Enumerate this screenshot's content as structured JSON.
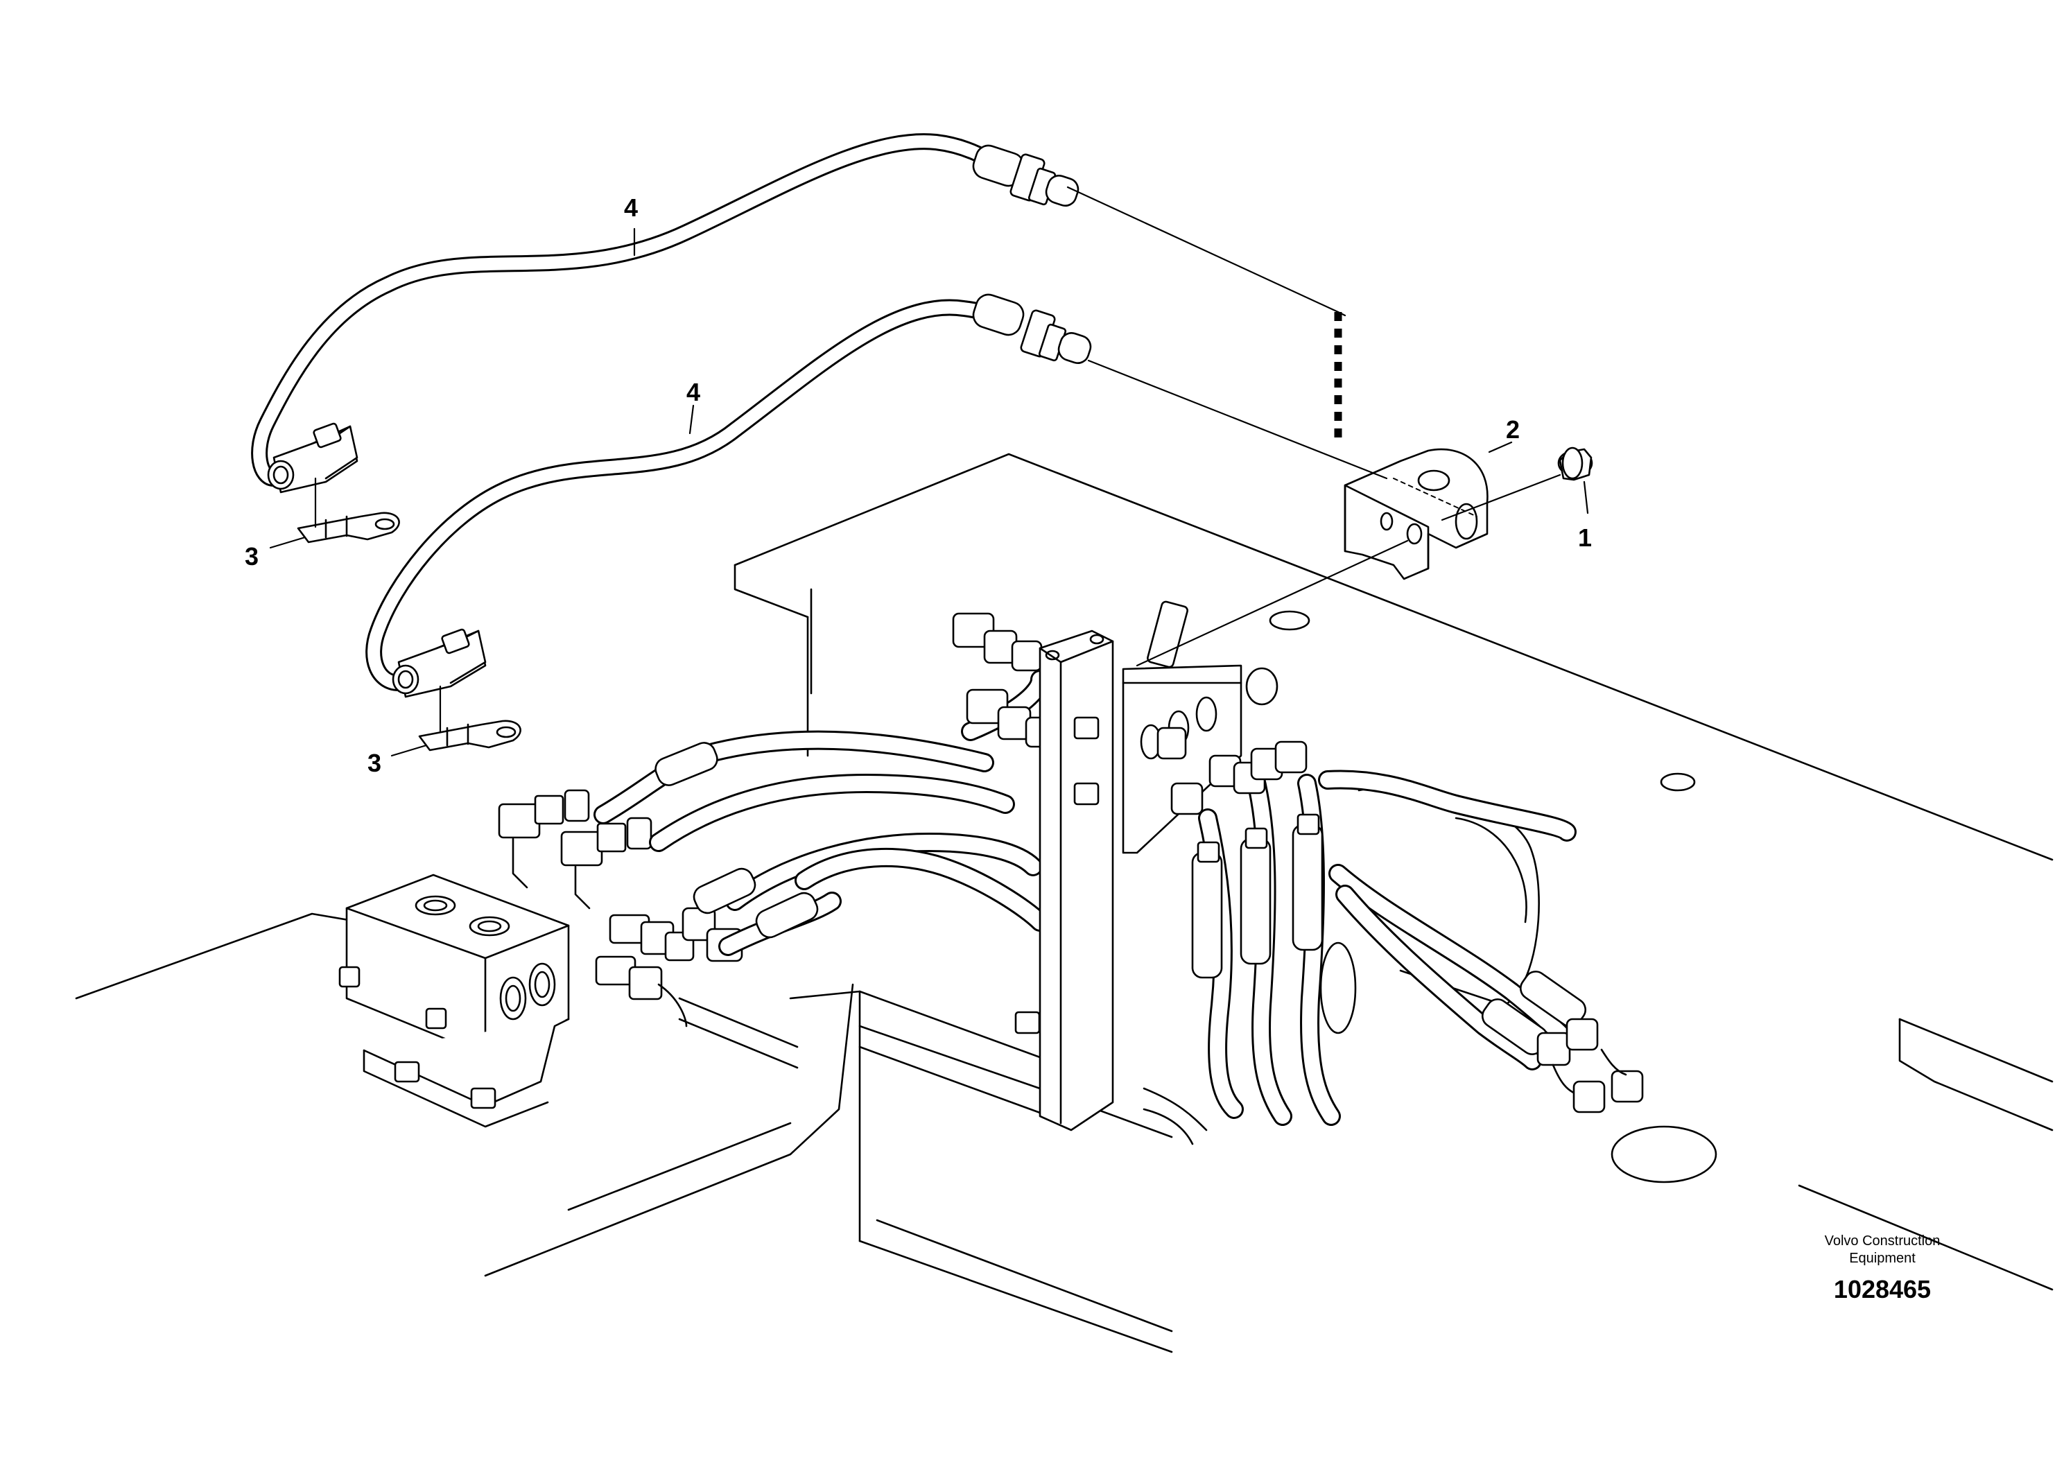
{
  "callouts": {
    "c4_top": "4",
    "c4_lower": "4",
    "c2": "2",
    "c1": "1",
    "c3_top": "3",
    "c3_lower": "3"
  },
  "caption": {
    "company_line1": "Volvo Construction",
    "company_line2": "Equipment",
    "doc_number": "1028465"
  }
}
